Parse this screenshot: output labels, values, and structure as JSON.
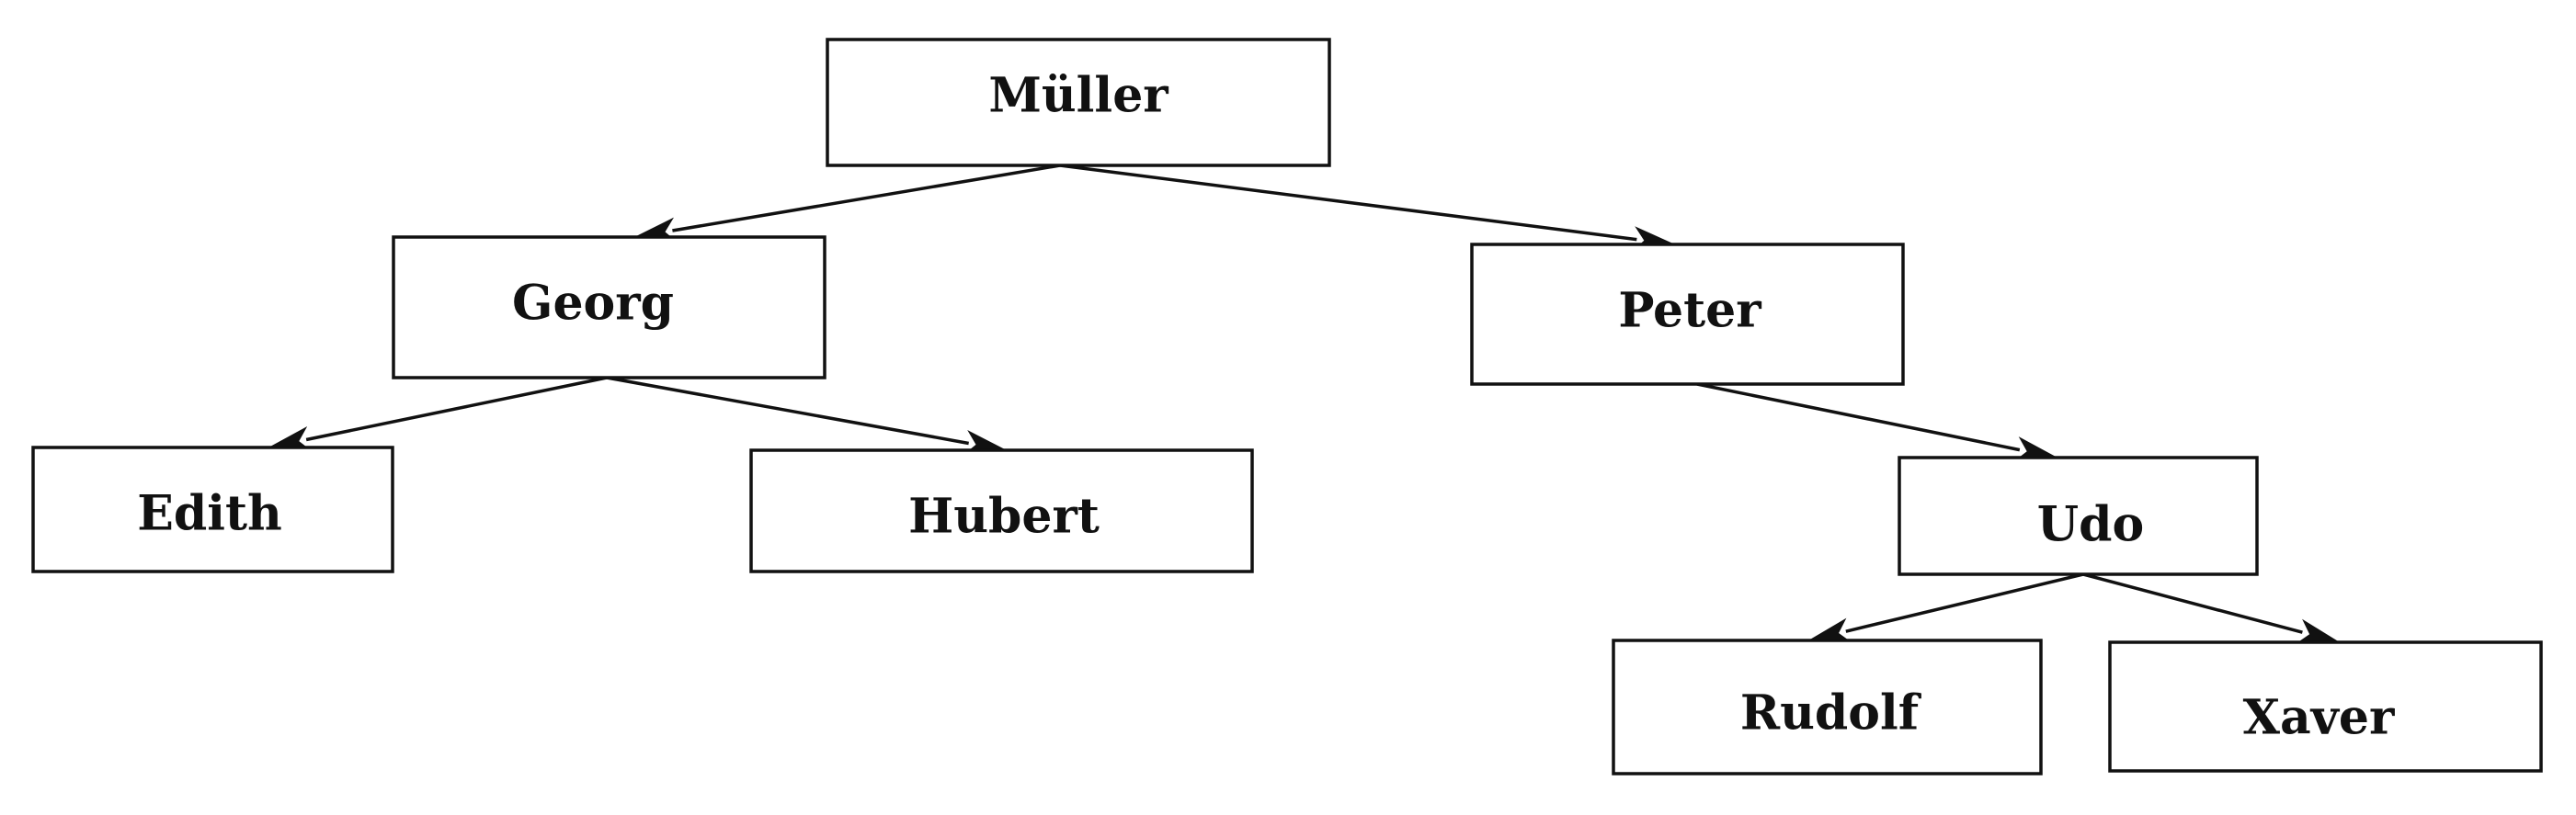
{
  "diagram": {
    "type": "tree",
    "line_color": "#111111",
    "nodes": [
      {
        "id": "mueller",
        "label": "Müller"
      },
      {
        "id": "georg",
        "label": "Georg"
      },
      {
        "id": "peter",
        "label": "Peter"
      },
      {
        "id": "edith",
        "label": "Edith"
      },
      {
        "id": "hubert",
        "label": "Hubert"
      },
      {
        "id": "udo",
        "label": "Udo"
      },
      {
        "id": "rudolf",
        "label": "Rudolf"
      },
      {
        "id": "xaver",
        "label": "Xaver"
      }
    ],
    "edges": [
      {
        "from": "mueller",
        "to": "georg"
      },
      {
        "from": "mueller",
        "to": "peter"
      },
      {
        "from": "georg",
        "to": "edith"
      },
      {
        "from": "georg",
        "to": "hubert"
      },
      {
        "from": "peter",
        "to": "udo"
      },
      {
        "from": "udo",
        "to": "rudolf"
      },
      {
        "from": "udo",
        "to": "xaver"
      }
    ]
  }
}
